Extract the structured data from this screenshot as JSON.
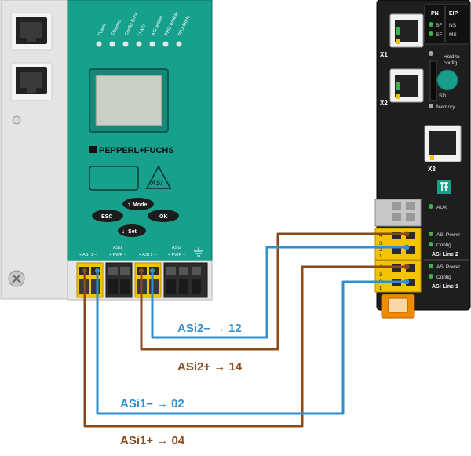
{
  "gateway": {
    "leds": [
      "Power",
      "Ethernet",
      "Config Error",
      "U ASi",
      "ASi active",
      "PRG enable",
      "PRJ Mode"
    ],
    "brand": "PEPPERL+FUCHS",
    "buttons": {
      "mode": "Mode",
      "esc": "ESC",
      "ok": "OK",
      "set": "Set"
    },
    "terminal_labels": {
      "asi1": "ASI1",
      "asi1_minus": "+ ASI 1 –",
      "pwr1": "+ PWR –",
      "asi2_minus": "+ ASI 2 –",
      "asi2": "ASI2",
      "pwr2": "+ PWR –"
    }
  },
  "module": {
    "pn": "PN",
    "eip": "EIP",
    "bf": "BF",
    "sf": "SF",
    "ns": "NS",
    "ms": "MS",
    "x1": "X1",
    "x2": "X2",
    "x3": "X3",
    "hold_to_config_1": "Hold to",
    "hold_to_config_2": "config.",
    "sd": "SD",
    "memory": "Memory",
    "aux": "AUX",
    "line2": {
      "asi_power": "ASi Power",
      "config": "Config",
      "name": "ASi Line 2"
    },
    "line1": {
      "asi_power": "ASi Power",
      "config": "Config",
      "name": "ASi Line 1"
    },
    "pins": [
      "4",
      "3",
      "2",
      "1",
      "4",
      "3",
      "2",
      "1"
    ]
  },
  "wires": {
    "asi2_minus": "ASi2– → 12",
    "asi2_plus": "ASi2+ → 14",
    "asi1_minus": "ASi1– → 02",
    "asi1_plus": "ASi1+ → 04"
  },
  "colors": {
    "brown": "#8a4a1c",
    "blue": "#2f8fd0",
    "teal": "#1a9c8a",
    "yellow": "#f5c400",
    "orange": "#f08a00",
    "led_green": "#3bb54a"
  }
}
